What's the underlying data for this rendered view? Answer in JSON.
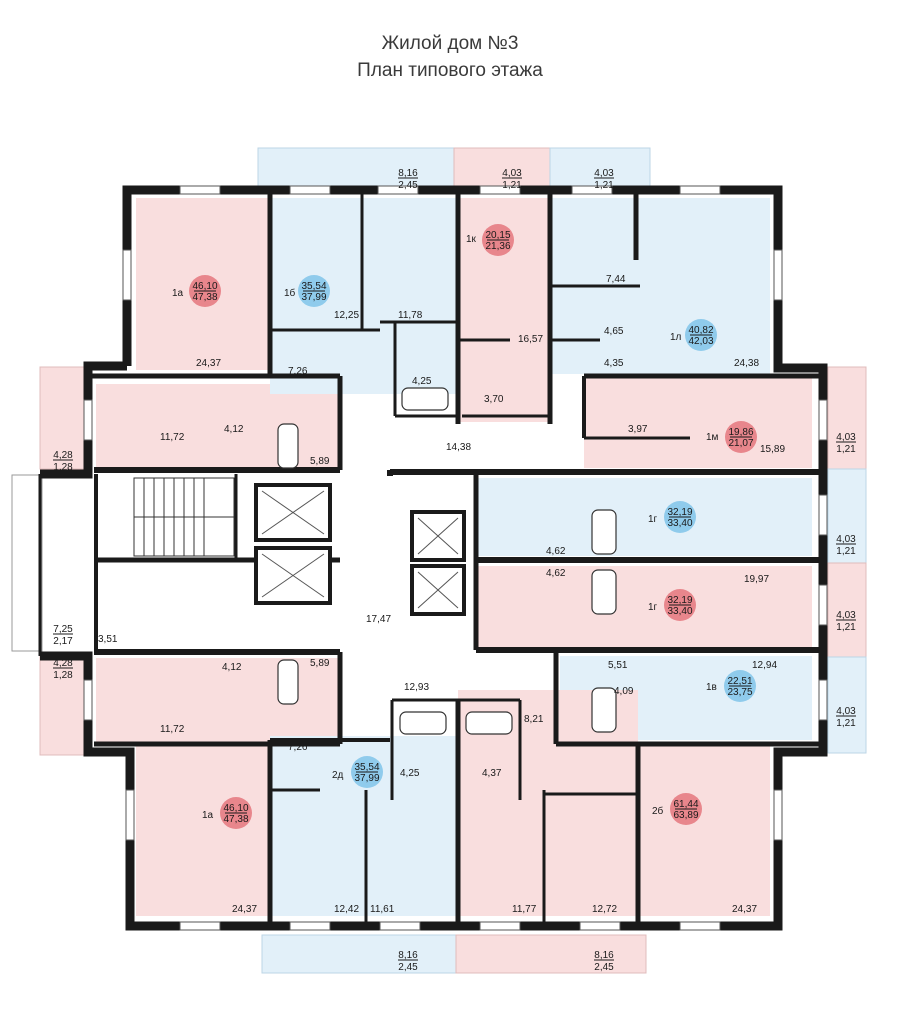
{
  "header": {
    "title_line1": "Жилой дом №3",
    "title_line2": "План типового этажа"
  },
  "colors": {
    "pink": "#f9dede",
    "blue": "#e2f0f9",
    "badge_red": "#e8868c",
    "badge_blue": "#8fcbec",
    "wall": "#1a1a1a"
  },
  "apartments": [
    {
      "id": "a1",
      "type": "1а",
      "area_top": "46,10",
      "area_bot": "47,38",
      "color": "red"
    },
    {
      "id": "a2",
      "type": "1б",
      "area_top": "35,54",
      "area_bot": "37,99",
      "color": "blue"
    },
    {
      "id": "a3",
      "type": "1к",
      "area_top": "20,15",
      "area_bot": "21,36",
      "color": "red"
    },
    {
      "id": "a4",
      "type": "1л",
      "area_top": "40,82",
      "area_bot": "42,03",
      "color": "blue"
    },
    {
      "id": "a5",
      "type": "1м",
      "area_top": "19,86",
      "area_bot": "21,07",
      "color": "red"
    },
    {
      "id": "a6",
      "type": "1г",
      "area_top": "32,19",
      "area_bot": "33,40",
      "color": "blue"
    },
    {
      "id": "a7",
      "type": "1г",
      "area_top": "32,19",
      "area_bot": "33,40",
      "color": "red"
    },
    {
      "id": "a8",
      "type": "1в",
      "area_top": "22,51",
      "area_bot": "23,75",
      "color": "blue"
    },
    {
      "id": "a9",
      "type": "1а",
      "area_top": "46,10",
      "area_bot": "47,38",
      "color": "red"
    },
    {
      "id": "a10",
      "type": "2д",
      "area_top": "35,54",
      "area_bot": "37,99",
      "color": "blue"
    },
    {
      "id": "a11",
      "type": "2б",
      "area_top": "61,44",
      "area_bot": "63,89",
      "color": "red"
    }
  ],
  "balconies": [
    {
      "id": "b1",
      "top": "8,16",
      "bot": "2,45"
    },
    {
      "id": "b2",
      "top": "4,03",
      "bot": "1,21"
    },
    {
      "id": "b3",
      "top": "4,03",
      "bot": "1,21"
    },
    {
      "id": "b4",
      "top": "4,28",
      "bot": "1,28"
    },
    {
      "id": "b5",
      "top": "4,03",
      "bot": "1,21"
    },
    {
      "id": "b6",
      "top": "4,03",
      "bot": "1,21"
    },
    {
      "id": "b7",
      "top": "4,03",
      "bot": "1,21"
    },
    {
      "id": "b8",
      "top": "7,25",
      "bot": "2,17"
    },
    {
      "id": "b9",
      "top": "4,28",
      "bot": "1,28"
    },
    {
      "id": "b10",
      "top": "4,03",
      "bot": "1,21"
    },
    {
      "id": "b11",
      "top": "8,16",
      "bot": "2,45"
    },
    {
      "id": "b12",
      "top": "8,16",
      "bot": "2,45"
    }
  ],
  "room_areas": [
    "24,37",
    "12,25",
    "11,78",
    "7,26",
    "4,25",
    "16,57",
    "3,70",
    "7,44",
    "4,65",
    "4,35",
    "24,38",
    "11,72",
    "4,12",
    "5,89",
    "14,38",
    "3,97",
    "15,89",
    "4,62",
    "4,62",
    "19,97",
    "3,51",
    "17,47",
    "5,51",
    "12,94",
    "4,12",
    "5,89",
    "12,93",
    "4,09",
    "11,72",
    "8,21",
    "7,26",
    "4,25",
    "4,37",
    "24,37",
    "12,42",
    "11,61",
    "11,77",
    "12,72",
    "24,37"
  ]
}
